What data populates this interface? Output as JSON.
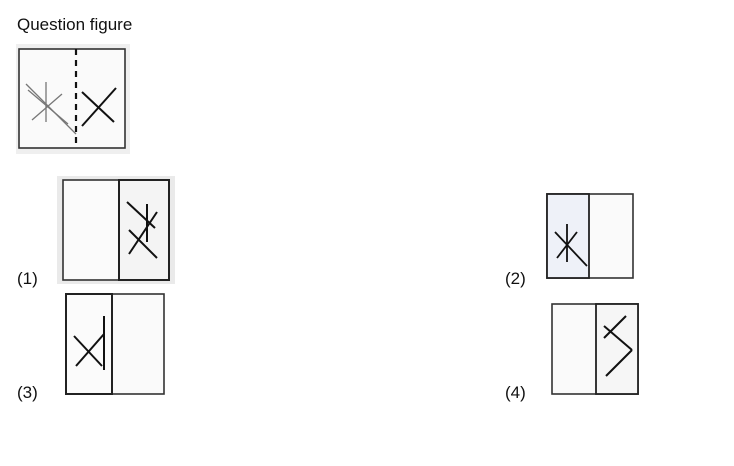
{
  "title": "Question figure",
  "options": [
    {
      "label": "(1)"
    },
    {
      "label": "(2)"
    },
    {
      "label": "(3)"
    },
    {
      "label": "(4)"
    }
  ]
}
